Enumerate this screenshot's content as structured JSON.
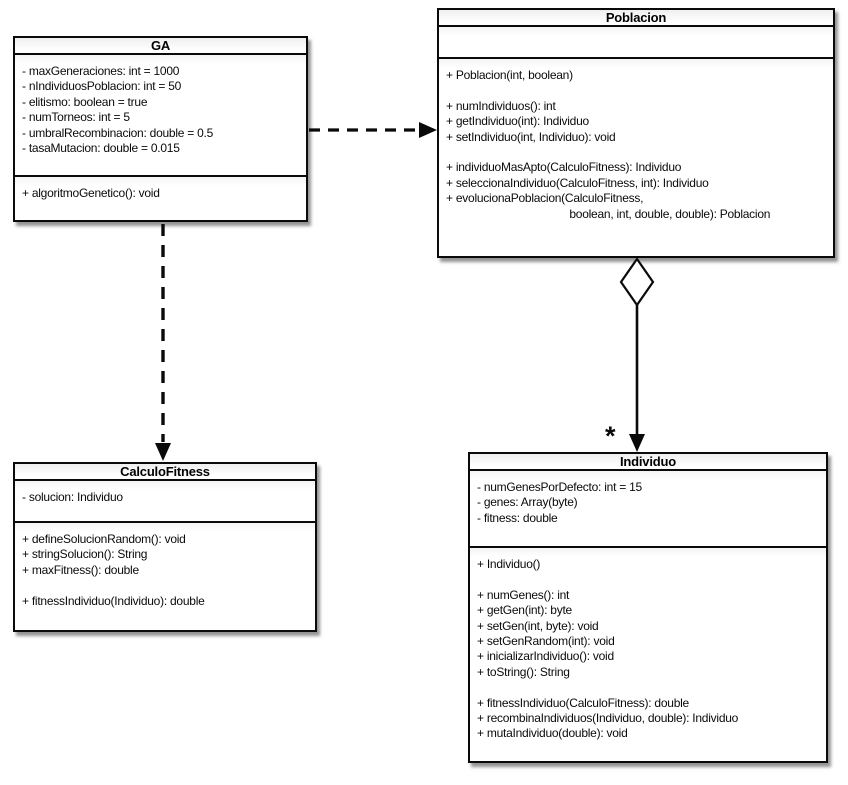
{
  "classes": {
    "ga": {
      "title": "GA",
      "attributes": [
        "- maxGeneraciones: int = 1000",
        "- nIndividuosPoblacion: int = 50",
        "- elitismo: boolean = true",
        "- numTorneos: int = 5",
        "- umbralRecombinacion: double = 0.5",
        "- tasaMutacion: double = 0.015"
      ],
      "methods": [
        "+ algoritmoGenetico(): void"
      ]
    },
    "poblacion": {
      "title": "Poblacion",
      "attributes": [],
      "methods": [
        "+ Poblacion(int, boolean)",
        "",
        "+ numIndividuos(): int",
        "+ getIndividuo(int): Individuo",
        "+ setIndividuo(int, Individuo): void",
        "",
        "+ individuoMasApto(CalculoFitness): Individuo",
        "+ seleccionaIndividuo(CalculoFitness, int): Individuo",
        "+ evolucionaPoblacion(CalculoFitness,",
        "                                        boolean, int, double, double): Poblacion"
      ]
    },
    "calculofitness": {
      "title": "CalculoFitness",
      "attributes": [
        "- solucion: Individuo"
      ],
      "methods": [
        "+ defineSolucionRandom(): void",
        "+ stringSolucion(): String",
        "+ maxFitness(): double",
        "",
        "+ fitnessIndividuo(Individuo): double"
      ]
    },
    "individuo": {
      "title": "Individuo",
      "attributes": [
        "- numGenesPorDefecto: int = 15",
        "- genes: Array(byte)",
        "- fitness: double"
      ],
      "methods": [
        "+ Individuo()",
        "",
        "+ numGenes(): int",
        "+ getGen(int): byte",
        "+ setGen(int, byte): void",
        "+ setGenRandom(int): void",
        "+ inicializarIndividuo(): void",
        "+ toString(): String",
        "",
        "+ fitnessIndividuo(CalculoFitness): double",
        "+ recombinaIndividuos(Individuo, double): Individuo",
        "+ mutaIndividuo(double): void"
      ]
    }
  },
  "relationships": [
    {
      "from": "GA",
      "to": "Poblacion",
      "type": "dependency"
    },
    {
      "from": "GA",
      "to": "CalculoFitness",
      "type": "dependency"
    },
    {
      "from": "Poblacion",
      "to": "Individuo",
      "type": "aggregation",
      "multiplicity": "*"
    }
  ],
  "colors": {
    "line": "#0a0a0a",
    "box_fill": "#ffffff",
    "shadow": "#3c3c3c"
  }
}
